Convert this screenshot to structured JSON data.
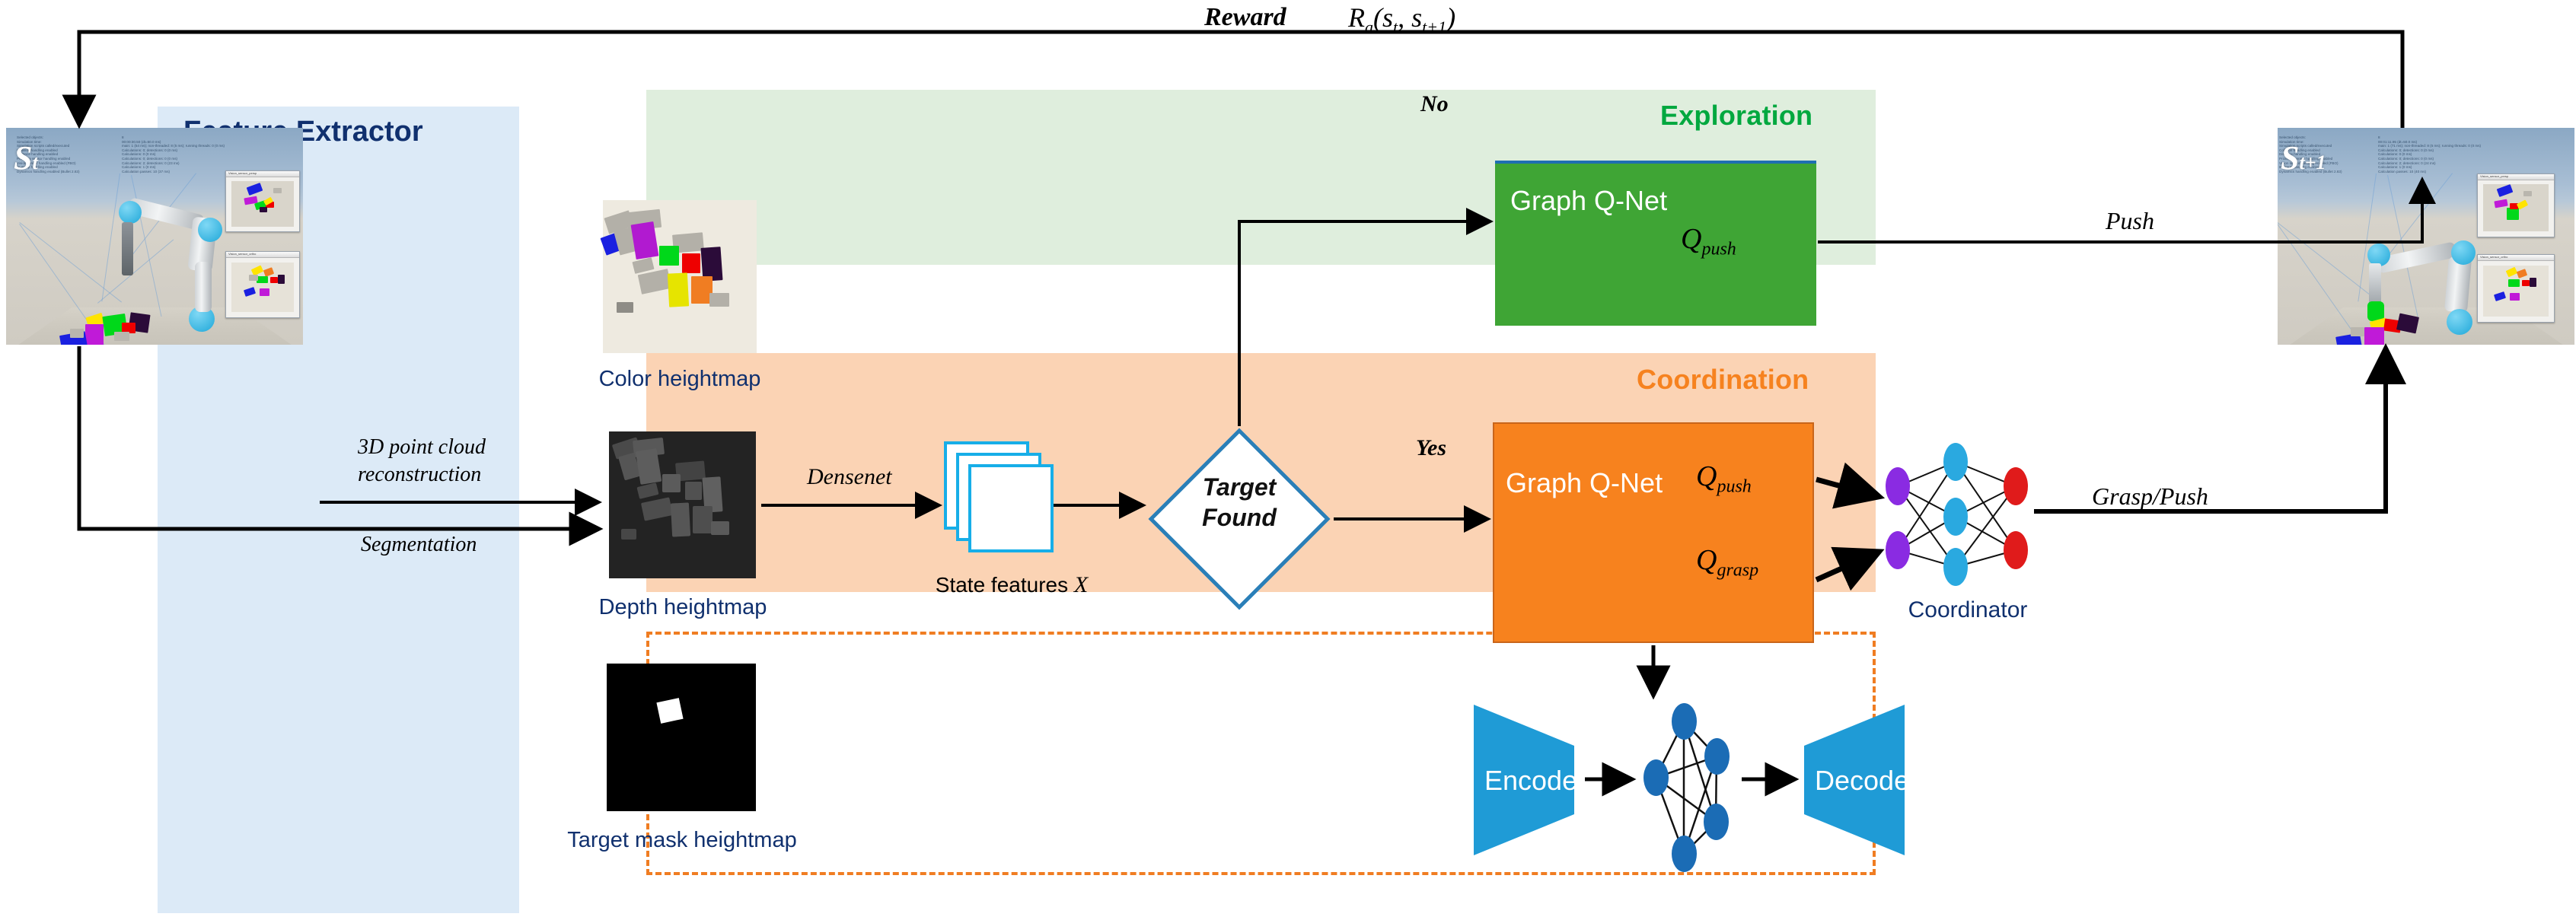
{
  "diagram": {
    "title_reward": "Reward",
    "reward_formula": "R",
    "reward_sub": "a",
    "reward_args": "(s",
    "reward_t": "t",
    "reward_comma": ", s",
    "reward_t1": "t+1",
    "reward_close": ")"
  },
  "states": {
    "left": {
      "symbol": "S",
      "subscript": "t",
      "overlay_lines": "Selected objects:\nSimulation time:\nSimulation scripts called/executed\nCollision handling enabled\nDistance handling enabled\nProximity sensor handling enabled\nVision sensor handling enabled (FBO)\nIK group handling enabled\nDynamics handling enabled (Bullet 2.83)",
      "overlay_lines2": "8\n00:00:30.50 (dt=50.0 ms)\nmain: 1 (54 ms); non-threaded: 8 (5 ms); running threads: 0 (0 ms)\nCalculations: 0; detections: 0 (0 ms)\nCalculations: 0 (0 ms)\nCalculations: 0; detections: 0 (0 ms)\nCalculations: 2; detections: 0 (23 ms)\nCalculations: 1 (0 ms)\nCalculation passes: 10 (37 ms)",
      "sensor_top_title": "Vision_sensor_persp",
      "sensor_bottom_title": "Vision_sensor_ortho"
    },
    "right": {
      "symbol": "S",
      "subscript": "t+1",
      "overlay_lines": "Selected objects:\nSimulation time:\nSimulation scripts called/executed\nCollision handling enabled\nDistance handling enabled\nProximity sensor handling enabled\nVision sensor handling enabled (FBO)\nIK group handling enabled\nDynamics handling enabled (Bullet 2.83)",
      "overlay_lines2": "8\n00:01:11.95 (dt=50.0 ms)\nmain: 1 (71 ms); non-threaded: 8 (5 ms); running threads: 0 (0 ms)\nCalculations: 0; detections: 0 (0 ms)\nCalculations: 0 (0 ms)\nCalculations: 0; detections: 0 (0 ms)\nCalculations: 2; detections: 0 (24 ms)\nCalculations: 1 (0 ms)\nCalculation passes: 10 (40 ms)",
      "sensor_top_title": "Vision_sensor_persp",
      "sensor_bottom_title": "Vision_sensor_ortho"
    }
  },
  "feature_extractor": {
    "title": "Feature Extractor",
    "step_reconstruction_line1": "3D point cloud",
    "step_reconstruction_line2": "reconstruction",
    "step_segmentation": "Segmentation",
    "step_densenet": "Densenet",
    "color_heightmap_label": "Color heightmap",
    "depth_heightmap_label": "Depth heightmap",
    "mask_heightmap_label": "Target mask heightmap",
    "state_features_label": "State features",
    "state_features_symbol": "X"
  },
  "decision": {
    "line1": "Target",
    "line2": "Found",
    "branch_no": "No",
    "branch_yes": "Yes"
  },
  "exploration": {
    "title": "Exploration",
    "qnet_label": "Graph Q-Net",
    "q_push_symbol": "Q",
    "q_push_sub": "push",
    "action_label": "Push"
  },
  "coordination": {
    "title": "Coordination",
    "qnet_label": "Graph Q-Net",
    "q_push_symbol": "Q",
    "q_push_sub": "push",
    "q_grasp_symbol": "Q",
    "q_grasp_sub": "grasp",
    "coordinator_label": "Coordinator",
    "action_label": "Grasp/Push"
  },
  "autoencoder": {
    "encoder_label": "Encoder",
    "decoder_label": "Decoder"
  },
  "colors": {
    "feature_panel_bg": "#dceaf7",
    "feature_title": "#10306e",
    "exploration_panel_bg": "#dfeedd",
    "exploration_title": "#00a83f",
    "qnet_green": "#3fa535",
    "coordination_panel_bg": "#fbd3b4",
    "coordination_title": "#f6821f",
    "qnet_orange": "#f7821e",
    "autoencoder_border": "#f07d22",
    "trapezoid_blue": "#1f9bd6",
    "graph_node_blue": "#1b6cb5",
    "coordinator_input": "#8a2be2",
    "coordinator_hidden": "#2aa9e0",
    "coordinator_output": "#e01b1b",
    "card_border": "#17aee8",
    "diamond_border": "#2a7fb8"
  }
}
